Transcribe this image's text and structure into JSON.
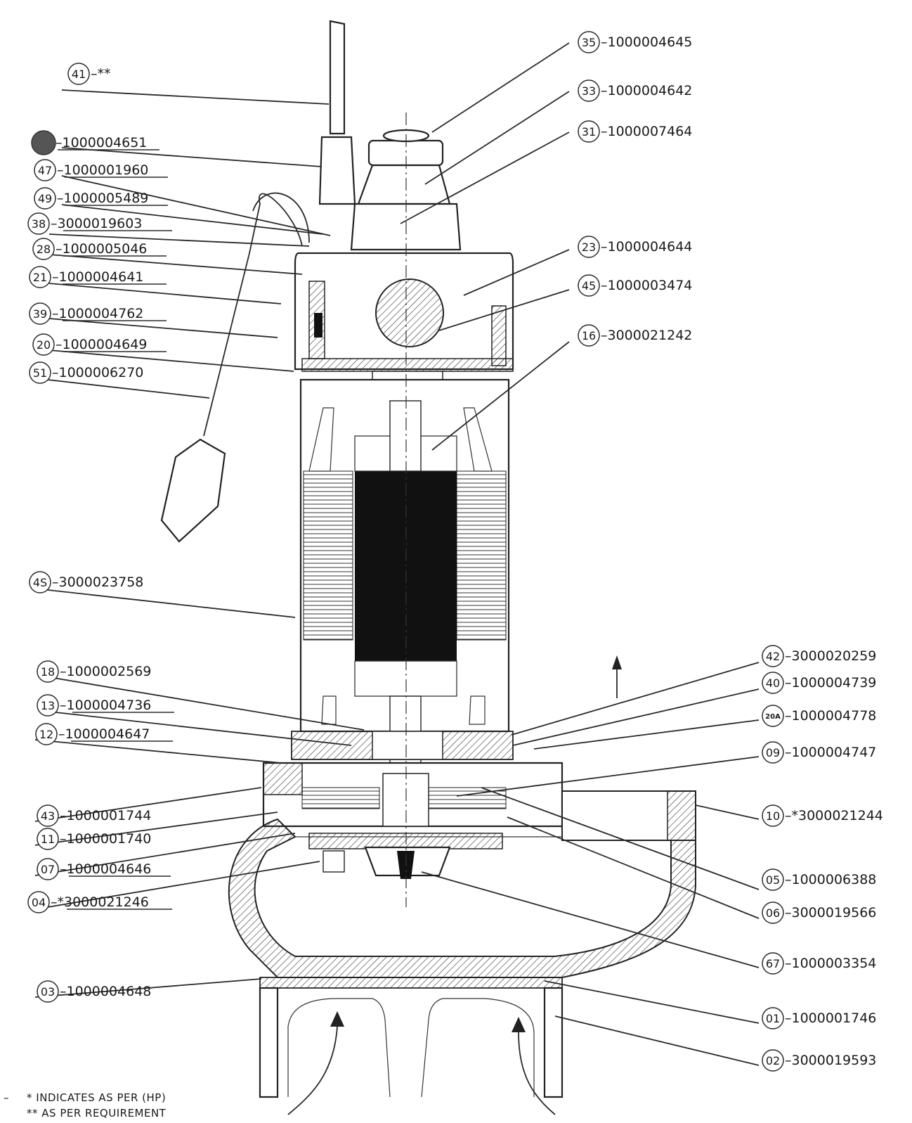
{
  "parts_left": [
    {
      "num": "41",
      "code": "**"
    },
    {
      "num": "",
      "code": "1000004651"
    },
    {
      "num": "47",
      "code": "1000001960"
    },
    {
      "num": "49",
      "code": "1000005489"
    },
    {
      "num": "38",
      "code": "3000019603"
    },
    {
      "num": "28",
      "code": "1000005046"
    },
    {
      "num": "21",
      "code": "1000004641"
    },
    {
      "num": "39",
      "code": "1000004762"
    },
    {
      "num": "20",
      "code": "1000004649"
    },
    {
      "num": "51",
      "code": "1000006270"
    },
    {
      "num": "4S",
      "code": "3000023758"
    },
    {
      "num": "18",
      "code": "1000002569"
    },
    {
      "num": "13",
      "code": "1000004736"
    },
    {
      "num": "12",
      "code": "1000004647"
    },
    {
      "num": "43",
      "code": "1000001744"
    },
    {
      "num": "11",
      "code": "1000001740"
    },
    {
      "num": "07",
      "code": "1000004646"
    },
    {
      "num": "04",
      "code": "*3000021246"
    },
    {
      "num": "03",
      "code": "1000004648"
    }
  ],
  "parts_right": [
    {
      "num": "35",
      "code": "1000004645"
    },
    {
      "num": "33",
      "code": "1000004642"
    },
    {
      "num": "31",
      "code": "1000007464"
    },
    {
      "num": "23",
      "code": "1000004644"
    },
    {
      "num": "45",
      "code": "1000003474"
    },
    {
      "num": "16",
      "code": "3000021242"
    },
    {
      "num": "42",
      "code": "3000020259"
    },
    {
      "num": "40",
      "code": "1000004739"
    },
    {
      "num": "20A",
      "code": "1000004778"
    },
    {
      "num": "09",
      "code": "1000004747"
    },
    {
      "num": "10",
      "code": "*3000021244"
    },
    {
      "num": "05",
      "code": "1000006388"
    },
    {
      "num": "06",
      "code": "3000019566"
    },
    {
      "num": "67",
      "code": "1000003354"
    },
    {
      "num": "01",
      "code": "1000001746"
    },
    {
      "num": "02",
      "code": "3000019593"
    }
  ],
  "notes": [
    "* INDICATES AS PER (HP)",
    "** AS PER REQUIREMENT"
  ],
  "colors": {
    "ink": "#1a1a1a",
    "winding": "#111111",
    "paper": "#ffffff"
  }
}
